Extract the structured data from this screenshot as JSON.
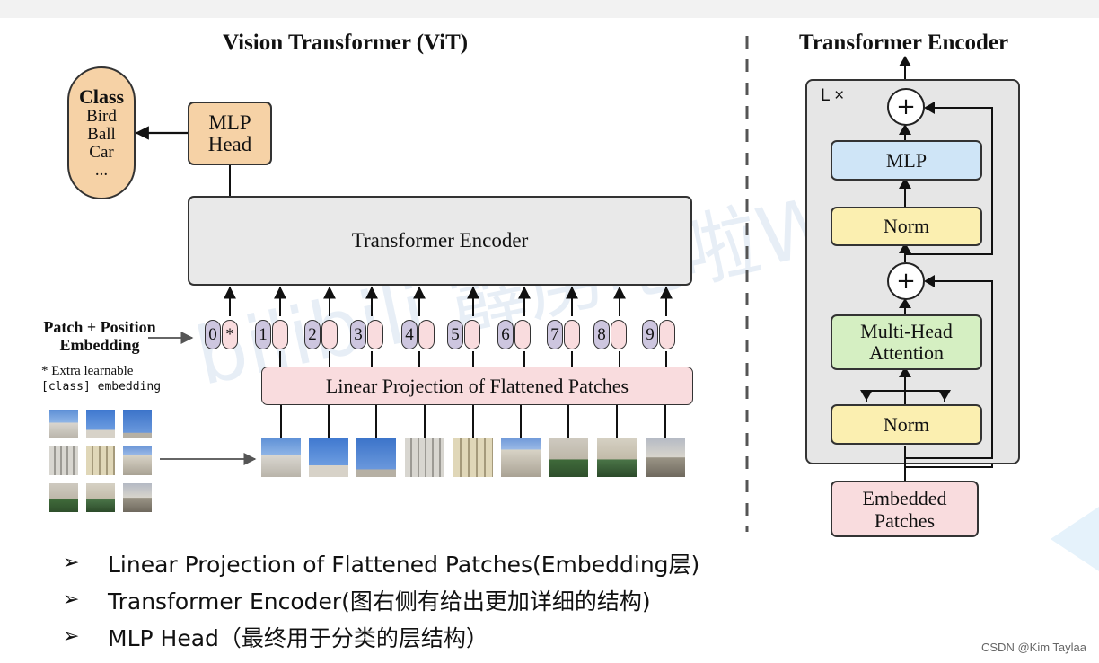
{
  "left_title": "Vision Transformer (ViT)",
  "right_title": "Transformer Encoder",
  "class_box": {
    "heading": "Class",
    "items": [
      "Bird",
      "Ball",
      "Car",
      "..."
    ]
  },
  "mlp_head": {
    "line1": "MLP",
    "line2": "Head"
  },
  "transformer_encoder_label": "Transformer Encoder",
  "patch_embedding_label": {
    "line1": "Patch + Position",
    "line2": "Embedding"
  },
  "extra_note": {
    "line1": "* Extra learnable",
    "line2": "[class] embedding"
  },
  "linear_projection_label": "Linear Projection of Flattened Patches",
  "position_tokens": [
    "0",
    "1",
    "2",
    "3",
    "4",
    "5",
    "6",
    "7",
    "8",
    "9"
  ],
  "class_token_symbol": "*",
  "encoder_block": {
    "repeat_label": "L ×",
    "plus_symbol": "+",
    "mlp": "MLP",
    "norm_top": "Norm",
    "attention_line1": "Multi-Head",
    "attention_line2": "Attention",
    "norm_bottom": "Norm",
    "input_line1": "Embedded",
    "input_line2": "Patches"
  },
  "bullets": [
    "Linear Projection of Flattened Patches(Embedding层)",
    "Transformer Encoder(图右侧有给出更加详细的结构)",
    "MLP Head（最终用于分类的层结构）"
  ],
  "bullet_symbol": "➢",
  "overlay_watermark": "bilibili 霹雳吧啦Wz",
  "credit": "CSDN @Kim Taylaa",
  "colors": {
    "mlp_head_fill": "#f6d2a6",
    "class_fill": "#f6d2a6",
    "encoder_fill": "#e9e9e9",
    "projection_fill": "#f9dcde",
    "mlp_fill": "#cfe5f7",
    "norm_fill": "#fbefb0",
    "attention_fill": "#d5efc2",
    "embedded_fill": "#f9dcde",
    "outer_fill": "#e6e6e6"
  }
}
